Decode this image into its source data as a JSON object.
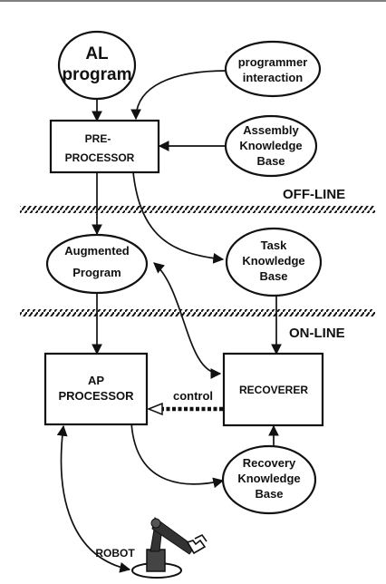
{
  "nodes": {
    "al_program": {
      "line1": "AL",
      "line2": "program"
    },
    "programmer_interaction": {
      "line1": "programmer",
      "line2": "interaction"
    },
    "preprocessor": {
      "line1": "PRE-",
      "line2": "PROCESSOR"
    },
    "assembly_kb": {
      "line1": "Assembly",
      "line2": "Knowledge",
      "line3": "Base"
    },
    "augmented_program": {
      "line1": "Augmented",
      "line2": "Program"
    },
    "task_kb": {
      "line1": "Task",
      "line2": "Knowledge",
      "line3": "Base"
    },
    "ap_processor": {
      "line1": "AP",
      "line2": "PROCESSOR"
    },
    "recoverer": {
      "line1": "RECOVERER"
    },
    "recovery_kb": {
      "line1": "Recovery",
      "line2": "Knowledge",
      "line3": "Base"
    },
    "robot": {
      "line1": "ROBOT"
    }
  },
  "boundaries": {
    "offline": "OFF-LINE",
    "online": "ON-LINE"
  },
  "edges": {
    "control": "control"
  },
  "colors": {
    "ink": "#111111",
    "background": "#ffffff"
  }
}
